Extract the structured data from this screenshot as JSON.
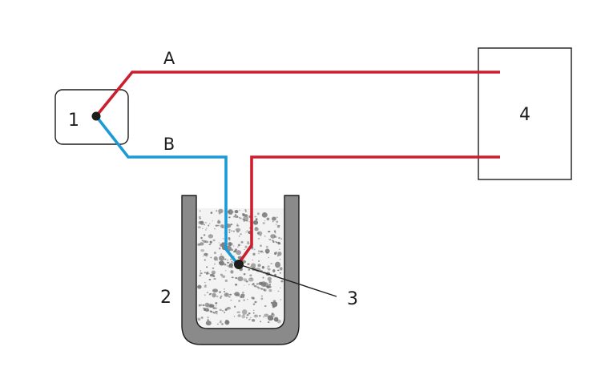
{
  "labels": {
    "device_1": "1",
    "device_4": "4",
    "container_2": "2",
    "junction_3": "3",
    "wire_a": "A",
    "wire_b": "B"
  },
  "colors": {
    "wire_a": "#cc1f2e",
    "wire_b": "#1a9ad6",
    "outline": "#1d1d1b",
    "container_wall": "#8a8a8a",
    "speckle": "#777777"
  }
}
